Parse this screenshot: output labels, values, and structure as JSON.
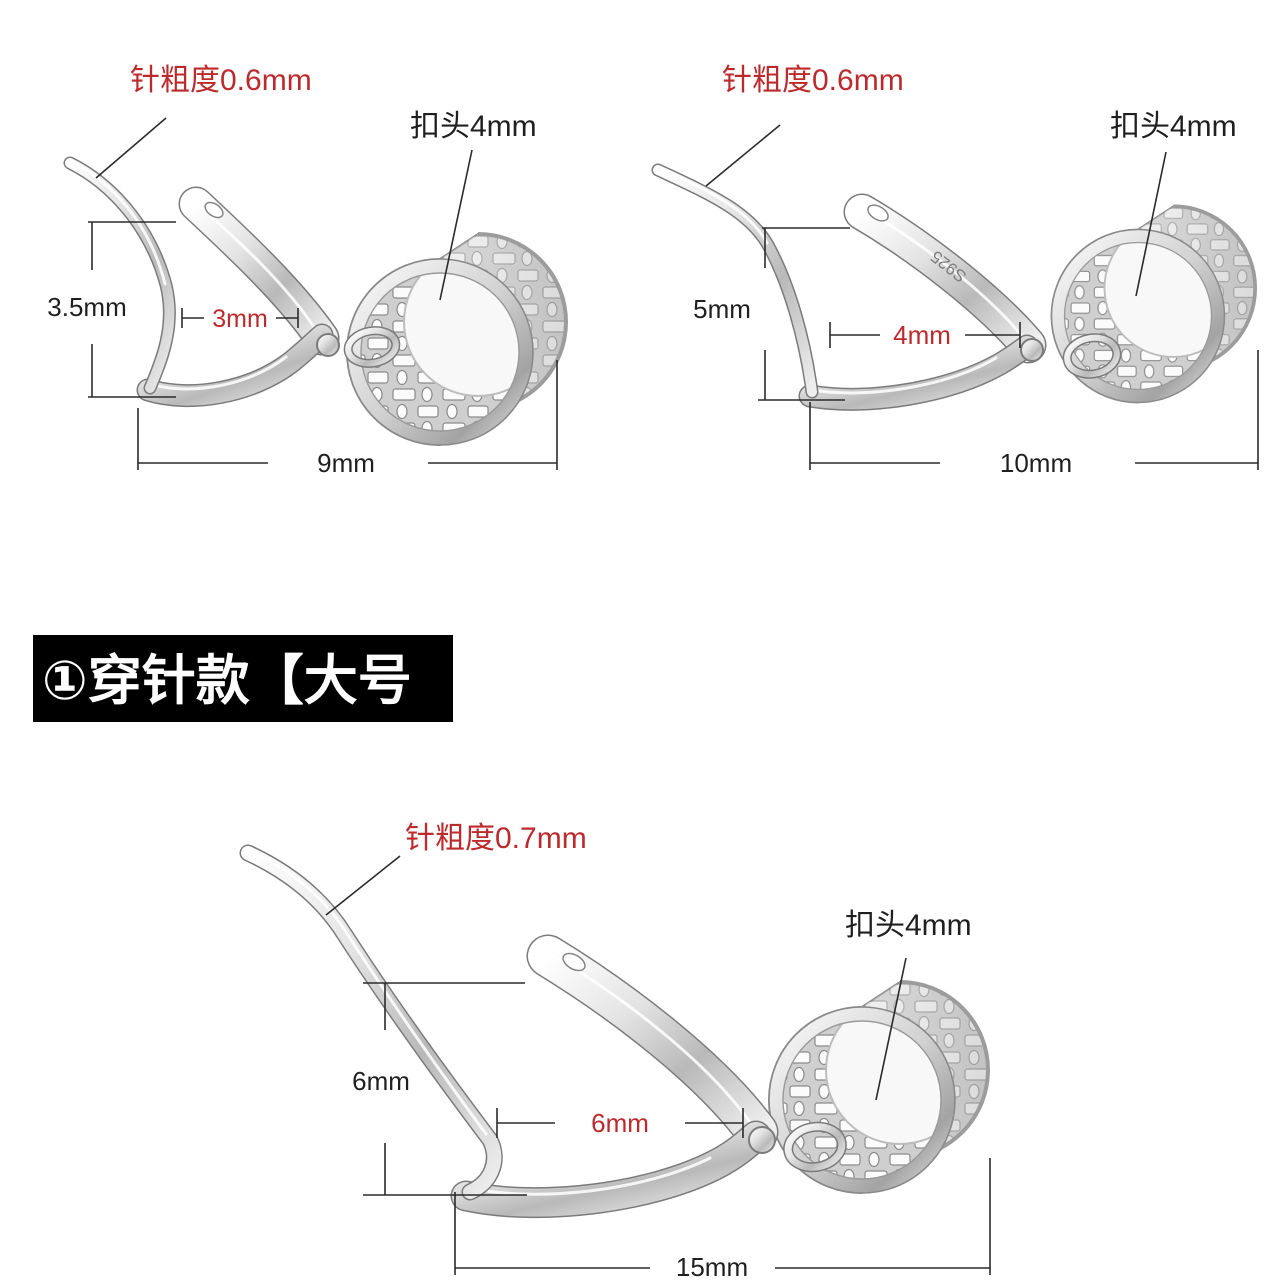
{
  "colors": {
    "dimension_red": "#bd2a2c",
    "label_dark": "#1f1f1f",
    "banner_background": "#000000",
    "banner_text": "#ffffff",
    "stamp": "#7c7c7c"
  },
  "products": [
    {
      "needle_thickness": "针粗度0.6mm",
      "buckle": "扣头4mm",
      "height": "3.5mm",
      "inner_gap": "3mm",
      "total_width": "9mm"
    },
    {
      "needle_thickness": "针粗度0.6mm",
      "buckle": "扣头4mm",
      "height": "5mm",
      "inner_gap": "4mm",
      "total_width": "10mm",
      "stamp": "S925"
    },
    {
      "needle_thickness": "针粗度0.7mm",
      "buckle": "扣头4mm",
      "height": "6mm",
      "inner_gap": "6mm",
      "total_width": "15mm"
    }
  ],
  "banner": {
    "title": "①穿针款【大号"
  }
}
